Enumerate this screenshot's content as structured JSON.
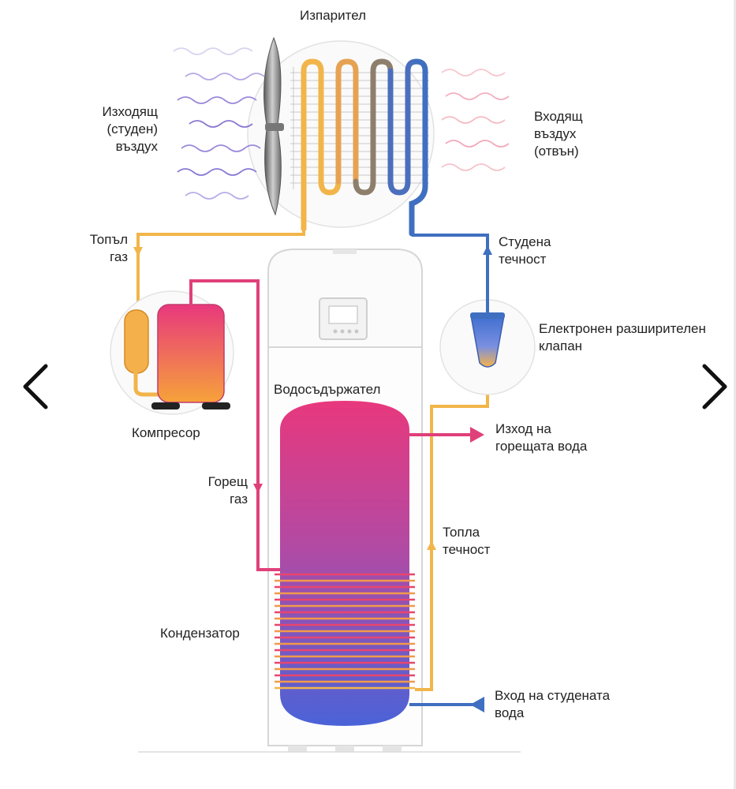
{
  "labels": {
    "evaporator": "Изпарител",
    "outgoing_air": [
      "Изходящ",
      "(студен)",
      "въздух"
    ],
    "incoming_air": [
      "Входящ",
      "въздух",
      "(отвън)"
    ],
    "warm_gas": [
      "Топъл",
      "газ"
    ],
    "cold_liquid": [
      "Студена",
      "течност"
    ],
    "expansion_valve": [
      "Електронен разширителен",
      "клапан"
    ],
    "compressor": "Компресор",
    "water_tank": "Водосъдържател",
    "hot_water_out": [
      "Изход на",
      "горещата вода"
    ],
    "hot_gas": [
      "Горещ",
      "газ"
    ],
    "warm_liquid": [
      "Топла",
      "течност"
    ],
    "condenser": "Кондензатор",
    "cold_water_in": [
      "Вход на студената",
      "вода"
    ]
  },
  "navigation": {
    "prev_icon": "chevron-left-icon",
    "next_icon": "chevron-right-icon"
  },
  "colors": {
    "warm_gas_pipe": "#f2b54a",
    "hot_gas_pipe": "#e0407a",
    "cold_liquid_pipe": "#3f6fc0",
    "hot_water_arrow": "#e0407a",
    "cold_water_arrow": "#3f6fc0"
  }
}
